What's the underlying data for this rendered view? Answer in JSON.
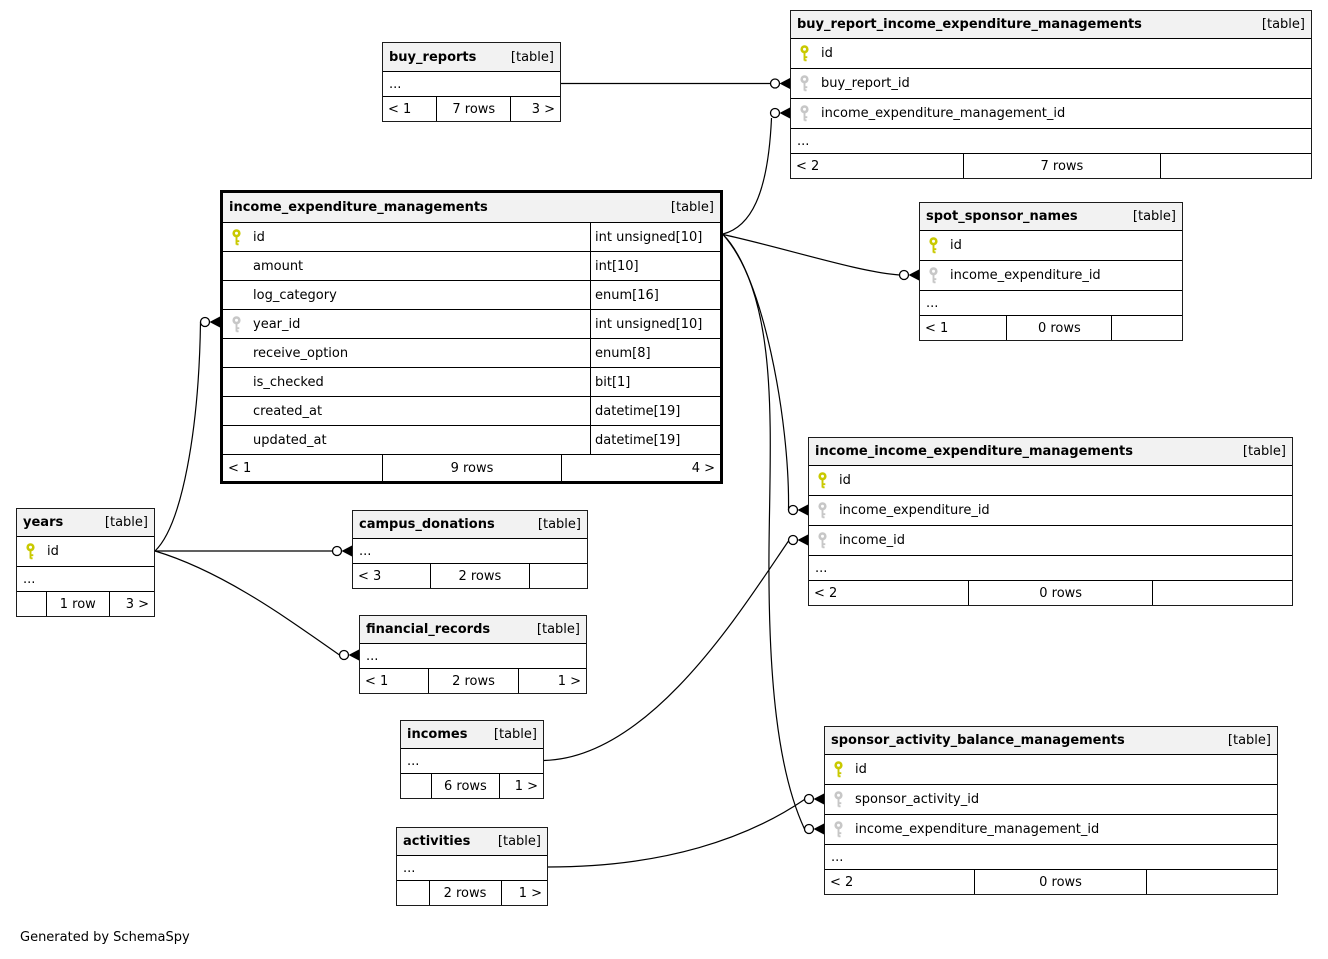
{
  "app": {
    "credit": "Generated by SchemaSpy"
  },
  "style": {
    "primary_key_color": "#c9c900",
    "foreign_key_color": "#c7c7c7",
    "header_bg": "#f2f2f2",
    "line_color": "#000000"
  },
  "icons": {
    "primary_key": "key-icon",
    "foreign_key": "key-icon"
  },
  "tables": [
    {
      "name": "buy_reports",
      "tag": "[table]",
      "ellipsis": "...",
      "columns": [],
      "footer": {
        "left": "< 1",
        "center": "7 rows",
        "right": "3 >"
      }
    },
    {
      "name": "buy_report_income_expenditure_managements",
      "tag": "[table]",
      "ellipsis": "...",
      "columns": [
        {
          "name": "id",
          "key": "primary"
        },
        {
          "name": "buy_report_id",
          "key": "foreign"
        },
        {
          "name": "income_expenditure_management_id",
          "key": "foreign"
        }
      ],
      "footer": {
        "left": "< 2",
        "center": "7 rows",
        "right": ""
      }
    },
    {
      "name": "income_expenditure_managements",
      "tag": "[table]",
      "columns": [
        {
          "name": "id",
          "type": "int unsigned[10]",
          "key": "primary"
        },
        {
          "name": "amount",
          "type": "int[10]"
        },
        {
          "name": "log_category",
          "type": "enum[16]"
        },
        {
          "name": "year_id",
          "type": "int unsigned[10]",
          "key": "foreign"
        },
        {
          "name": "receive_option",
          "type": "enum[8]"
        },
        {
          "name": "is_checked",
          "type": "bit[1]"
        },
        {
          "name": "created_at",
          "type": "datetime[19]"
        },
        {
          "name": "updated_at",
          "type": "datetime[19]"
        }
      ],
      "footer": {
        "left": "< 1",
        "center": "9 rows",
        "right": "4 >"
      }
    },
    {
      "name": "spot_sponsor_names",
      "tag": "[table]",
      "ellipsis": "...",
      "columns": [
        {
          "name": "id",
          "key": "primary"
        },
        {
          "name": "income_expenditure_id",
          "key": "foreign"
        }
      ],
      "footer": {
        "left": "< 1",
        "center": "0 rows",
        "right": ""
      }
    },
    {
      "name": "years",
      "tag": "[table]",
      "ellipsis": "...",
      "columns": [
        {
          "name": "id",
          "key": "primary"
        }
      ],
      "footer": {
        "left": "",
        "center": "1 row",
        "right": "3 >"
      }
    },
    {
      "name": "campus_donations",
      "tag": "[table]",
      "ellipsis": "...",
      "columns": [],
      "footer": {
        "left": "< 3",
        "center": "2 rows",
        "right": ""
      }
    },
    {
      "name": "financial_records",
      "tag": "[table]",
      "ellipsis": "...",
      "columns": [],
      "footer": {
        "left": "< 1",
        "center": "2 rows",
        "right": "1 >"
      }
    },
    {
      "name": "incomes",
      "tag": "[table]",
      "ellipsis": "...",
      "columns": [],
      "footer": {
        "left": "",
        "center": "6 rows",
        "right": "1 >"
      }
    },
    {
      "name": "income_income_expenditure_managements",
      "tag": "[table]",
      "ellipsis": "...",
      "columns": [
        {
          "name": "id",
          "key": "primary"
        },
        {
          "name": "income_expenditure_id",
          "key": "foreign"
        },
        {
          "name": "income_id",
          "key": "foreign"
        }
      ],
      "footer": {
        "left": "< 2",
        "center": "0 rows",
        "right": ""
      }
    },
    {
      "name": "activities",
      "tag": "[table]",
      "ellipsis": "...",
      "columns": [],
      "footer": {
        "left": "",
        "center": "2 rows",
        "right": "1 >"
      }
    },
    {
      "name": "sponsor_activity_balance_managements",
      "tag": "[table]",
      "ellipsis": "...",
      "columns": [
        {
          "name": "id",
          "key": "primary"
        },
        {
          "name": "sponsor_activity_id",
          "key": "foreign"
        },
        {
          "name": "income_expenditure_management_id",
          "key": "foreign"
        }
      ],
      "footer": {
        "left": "< 2",
        "center": "0 rows",
        "right": ""
      }
    }
  ],
  "relationships": [
    {
      "from": "buy_reports",
      "to": "buy_report_income_expenditure_managements.buy_report_id"
    },
    {
      "from": "income_expenditure_managements.id",
      "to": "buy_report_income_expenditure_managements.income_expenditure_management_id"
    },
    {
      "from": "income_expenditure_managements.id",
      "to": "spot_sponsor_names.income_expenditure_id"
    },
    {
      "from": "income_expenditure_managements.id",
      "to": "income_income_expenditure_managements.income_expenditure_id"
    },
    {
      "from": "income_expenditure_managements.id",
      "to": "sponsor_activity_balance_managements.income_expenditure_management_id"
    },
    {
      "from": "incomes",
      "to": "income_income_expenditure_managements.income_id"
    },
    {
      "from": "activities",
      "to": "sponsor_activity_balance_managements.sponsor_activity_id"
    },
    {
      "from": "years.id",
      "to": "income_expenditure_managements.year_id"
    },
    {
      "from": "years.id",
      "to": "campus_donations"
    },
    {
      "from": "years.id",
      "to": "financial_records"
    }
  ]
}
